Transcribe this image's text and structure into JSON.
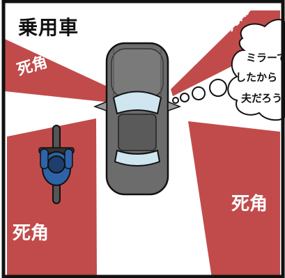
{
  "panel": {
    "title": "乗用車",
    "blind_spot_label": "死角",
    "thought_lines": [
      "ミラーで",
      "したから",
      "夫だろう"
    ]
  },
  "colors": {
    "blind_spot": "#c14b4b",
    "car_body": "#6c6c6c",
    "car_glass": "#cfe6f0",
    "frame": "#111111",
    "rider": "#2d63a8"
  },
  "icons": {
    "car": "car-top-view-icon",
    "motorcycle": "motorcycle-rider-icon",
    "thought_bubble": "thought-bubble-icon"
  }
}
